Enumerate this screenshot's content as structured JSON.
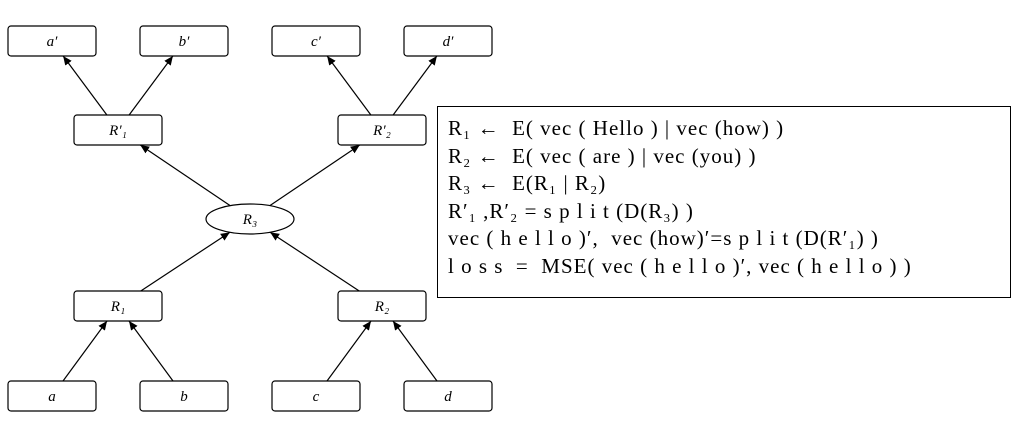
{
  "diagram": {
    "nodes": [
      {
        "id": "a_prime",
        "label": "a′",
        "shape": "rect"
      },
      {
        "id": "b_prime",
        "label": "b′",
        "shape": "rect"
      },
      {
        "id": "c_prime",
        "label": "c′",
        "shape": "rect"
      },
      {
        "id": "d_prime",
        "label": "d′",
        "shape": "rect"
      },
      {
        "id": "R1_prime",
        "label": "R′₁",
        "shape": "rect"
      },
      {
        "id": "R2_prime",
        "label": "R′₂",
        "shape": "rect"
      },
      {
        "id": "R3",
        "label": "R₃",
        "shape": "ellipse"
      },
      {
        "id": "R1",
        "label": "R₁",
        "shape": "rect"
      },
      {
        "id": "R2",
        "label": "R₂",
        "shape": "rect"
      },
      {
        "id": "a",
        "label": "a",
        "shape": "rect"
      },
      {
        "id": "b",
        "label": "b",
        "shape": "rect"
      },
      {
        "id": "c",
        "label": "c",
        "shape": "rect"
      },
      {
        "id": "d",
        "label": "d",
        "shape": "rect"
      }
    ],
    "edges": [
      {
        "from": "a",
        "to": "R1"
      },
      {
        "from": "b",
        "to": "R1"
      },
      {
        "from": "c",
        "to": "R2"
      },
      {
        "from": "d",
        "to": "R2"
      },
      {
        "from": "R1",
        "to": "R3"
      },
      {
        "from": "R2",
        "to": "R3"
      },
      {
        "from": "R3",
        "to": "R1_prime"
      },
      {
        "from": "R3",
        "to": "R2_prime"
      },
      {
        "from": "R1_prime",
        "to": "a_prime"
      },
      {
        "from": "R1_prime",
        "to": "b_prime"
      },
      {
        "from": "R2_prime",
        "to": "c_prime"
      },
      {
        "from": "R2_prime",
        "to": "d_prime"
      }
    ]
  },
  "formulas": {
    "lines": [
      "R₁ ←  E( vec ( Hello ) | vec (how) )",
      "R₂ ←  E( vec ( are ) | vec (you) )",
      "R₃ ←  E(R₁ | R₂)",
      "R′₁ ,R′₂ = s p l i t (D(R₃) )",
      "vec ( h e l l o )′,  vec (how)′=s p l i t (D(R′₁) )",
      "l o s s  =  MSE( vec ( h e l l o )′, vec ( h e l l o ) )"
    ]
  }
}
